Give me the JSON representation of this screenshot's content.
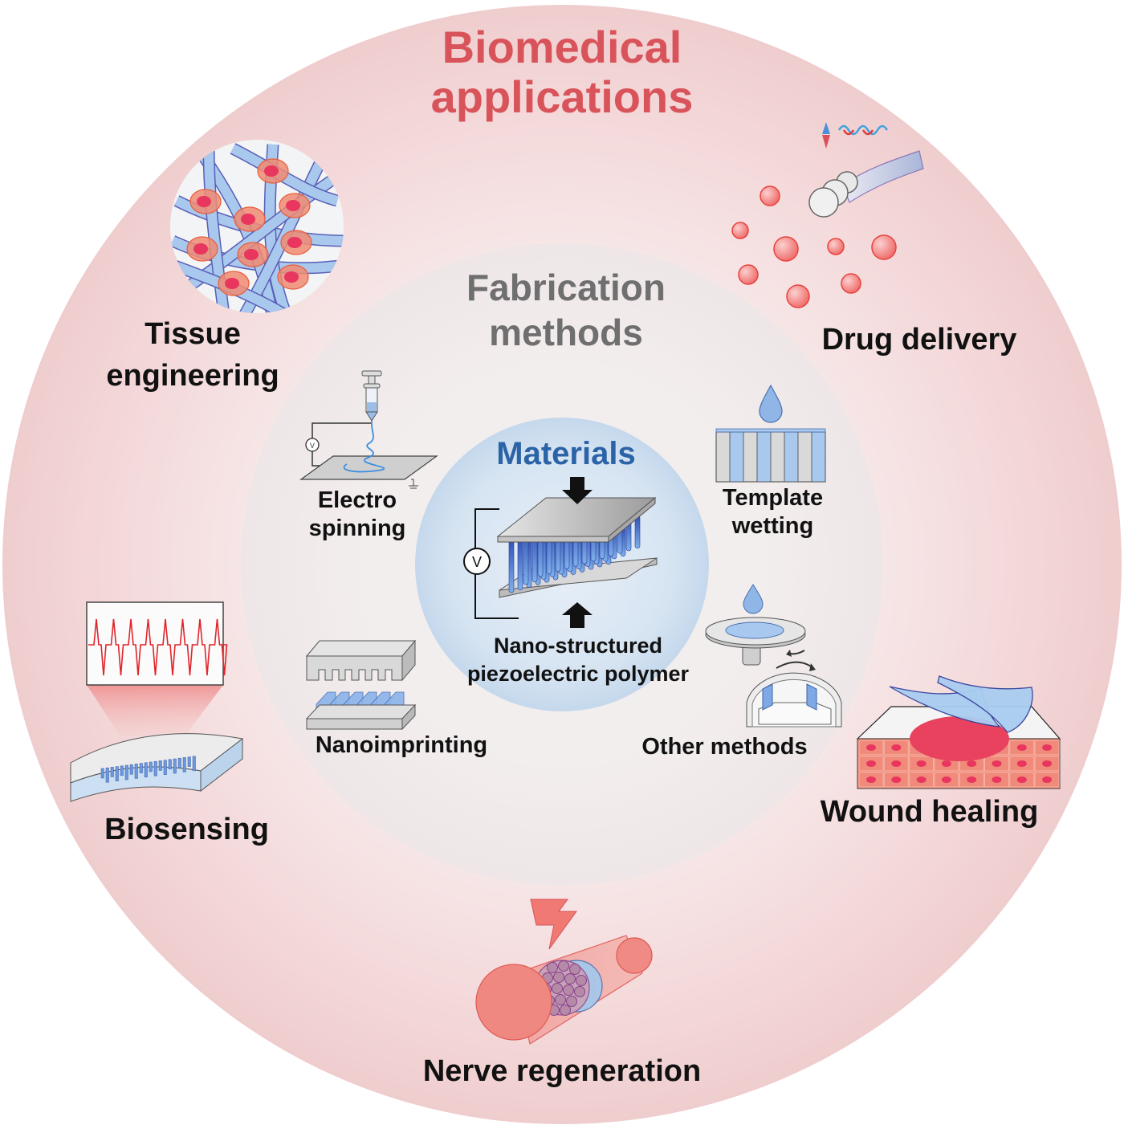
{
  "figure": {
    "outer_ring": {
      "title_line1": "Biomedical",
      "title_line2": "applications",
      "title_color": "#d9535a",
      "fill_color": "#f2d3d4"
    },
    "middle_ring": {
      "title_line1": "Fabrication",
      "title_line2": "methods",
      "title_color": "#6f6f70",
      "fill_color": "#efe9ea"
    },
    "core": {
      "title": "Materials",
      "title_color": "#2a63a6",
      "subtitle_line1": "Nano-structured",
      "subtitle_line2": "piezoelectric polymer",
      "voltmeter_symbol": "V",
      "fill_color": "#cfe0f0"
    },
    "applications": [
      {
        "id": "tissue-engineering",
        "line1": "Tissue",
        "line2": "engineering",
        "icon": "cell-scaffold-icon"
      },
      {
        "id": "drug-delivery",
        "line1": "Drug delivery",
        "line2": "",
        "icon": "ultrasound-drug-release-icon"
      },
      {
        "id": "biosensing",
        "line1": "Biosensing",
        "line2": "",
        "icon": "flexible-sensor-signal-icon"
      },
      {
        "id": "wound-healing",
        "line1": "Wound healing",
        "line2": "",
        "icon": "wound-dressing-icon"
      },
      {
        "id": "nerve-regeneration",
        "line1": "Nerve regeneration",
        "line2": "",
        "icon": "nerve-conduit-icon"
      }
    ],
    "methods": [
      {
        "id": "electrospinning",
        "line1": "Electro",
        "line2": "spinning",
        "icon": "electrospinning-setup-icon",
        "voltmeter_symbol": "V"
      },
      {
        "id": "template-wetting",
        "line1": "Template",
        "line2": "wetting",
        "icon": "template-wetting-icon"
      },
      {
        "id": "nanoimprinting",
        "line1": "Nanoimprinting",
        "line2": "",
        "icon": "nanoimprint-mold-icon"
      },
      {
        "id": "other-methods",
        "line1": "Other methods",
        "line2": "",
        "icon": "spin-coating-icon"
      }
    ]
  }
}
